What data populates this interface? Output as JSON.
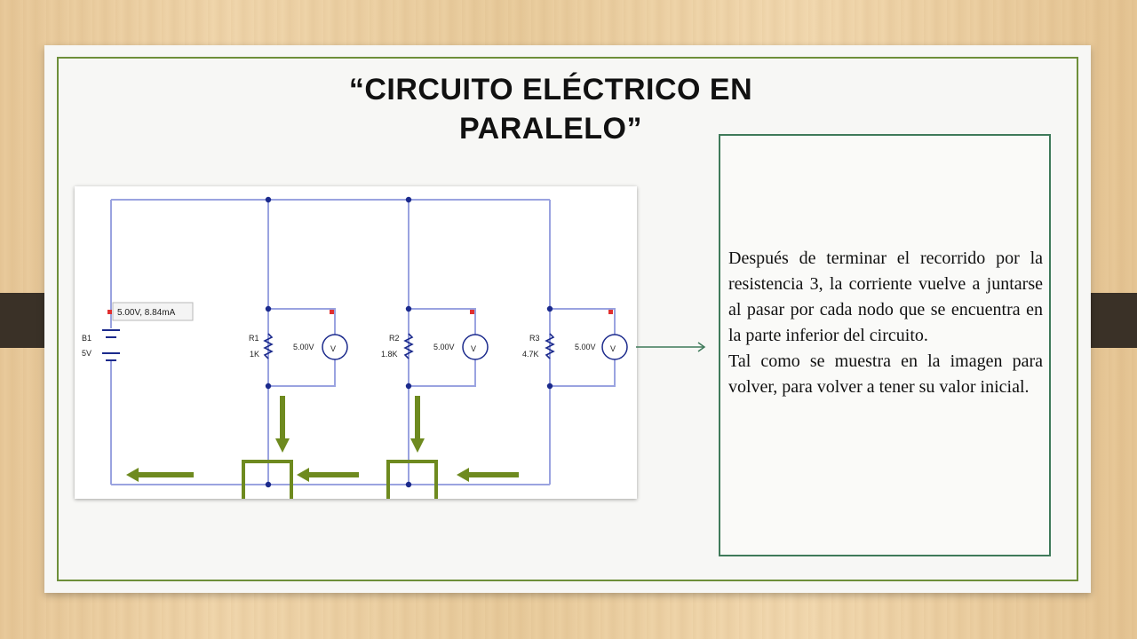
{
  "slide": {
    "title_line1": "“CIRCUITO ELÉCTRICO EN",
    "title_line2": "PARALELO”"
  },
  "circuit": {
    "battery": {
      "name": "B1",
      "value": "5V"
    },
    "reading_tag": "5.00V, 8.84mA",
    "branches": [
      {
        "resistor": "R1",
        "value": "1K",
        "voltmeter": "5.00V",
        "meter_symbol": "V"
      },
      {
        "resistor": "R2",
        "value": "1.8K",
        "voltmeter": "5.00V",
        "meter_symbol": "V"
      },
      {
        "resistor": "R3",
        "value": "4.7K",
        "voltmeter": "5.00V",
        "meter_symbol": "V"
      }
    ],
    "colors": {
      "wire": "#9aa3e0",
      "node": "#1b2a8c",
      "arrow": "#6e8a1f",
      "probe": "#e03030"
    }
  },
  "note": {
    "paragraph1": "Después de terminar el recorrido por la resistencia 3, la corriente vuelve a juntarse al pasar por cada nodo que se encuentra en la parte inferior del circuito.",
    "paragraph2": "Tal como se muestra en la imagen para volver, para volver a tener su valor inicial."
  }
}
